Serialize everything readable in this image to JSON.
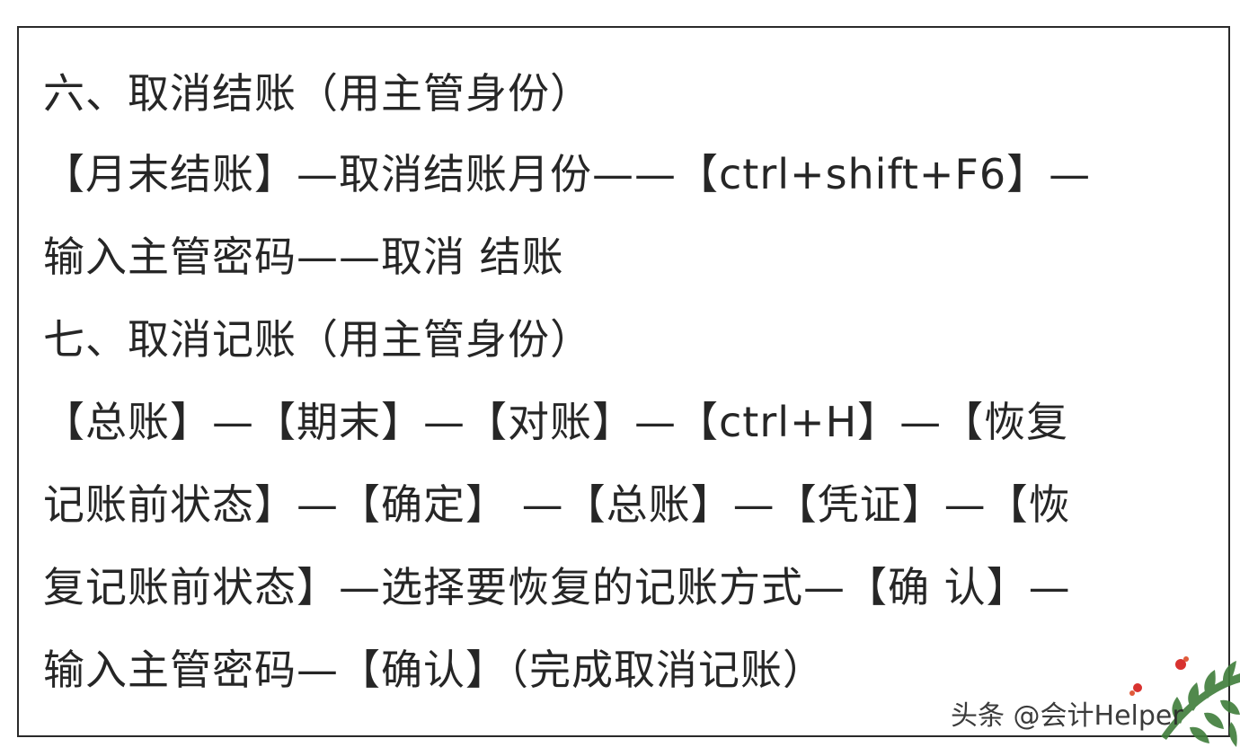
{
  "document": {
    "lines": [
      "六、取消结账（用主管身份）",
      "【月末结账】—取消结账月份——【ctrl+shift+F6】—",
      "输入主管密码——取消 结账",
      "七、取消记账（用主管身份）",
      "【总账】—【期末】—【对账】—【ctrl+H】—【恢复",
      "记账前状态】—【确定】 —【总账】—【凭证】—【恢",
      "复记账前状态】—选择要恢复的记账方式—【确 认】—",
      "输入主管密码—【确认】（完成取消记账）"
    ]
  },
  "watermark": {
    "text": "头条 @会计Helper"
  },
  "decoration": {
    "icon": "plant-branch-with-red-berries-icon",
    "leaf_color": "#3f7d3a",
    "berry_color": "#d8322f"
  }
}
